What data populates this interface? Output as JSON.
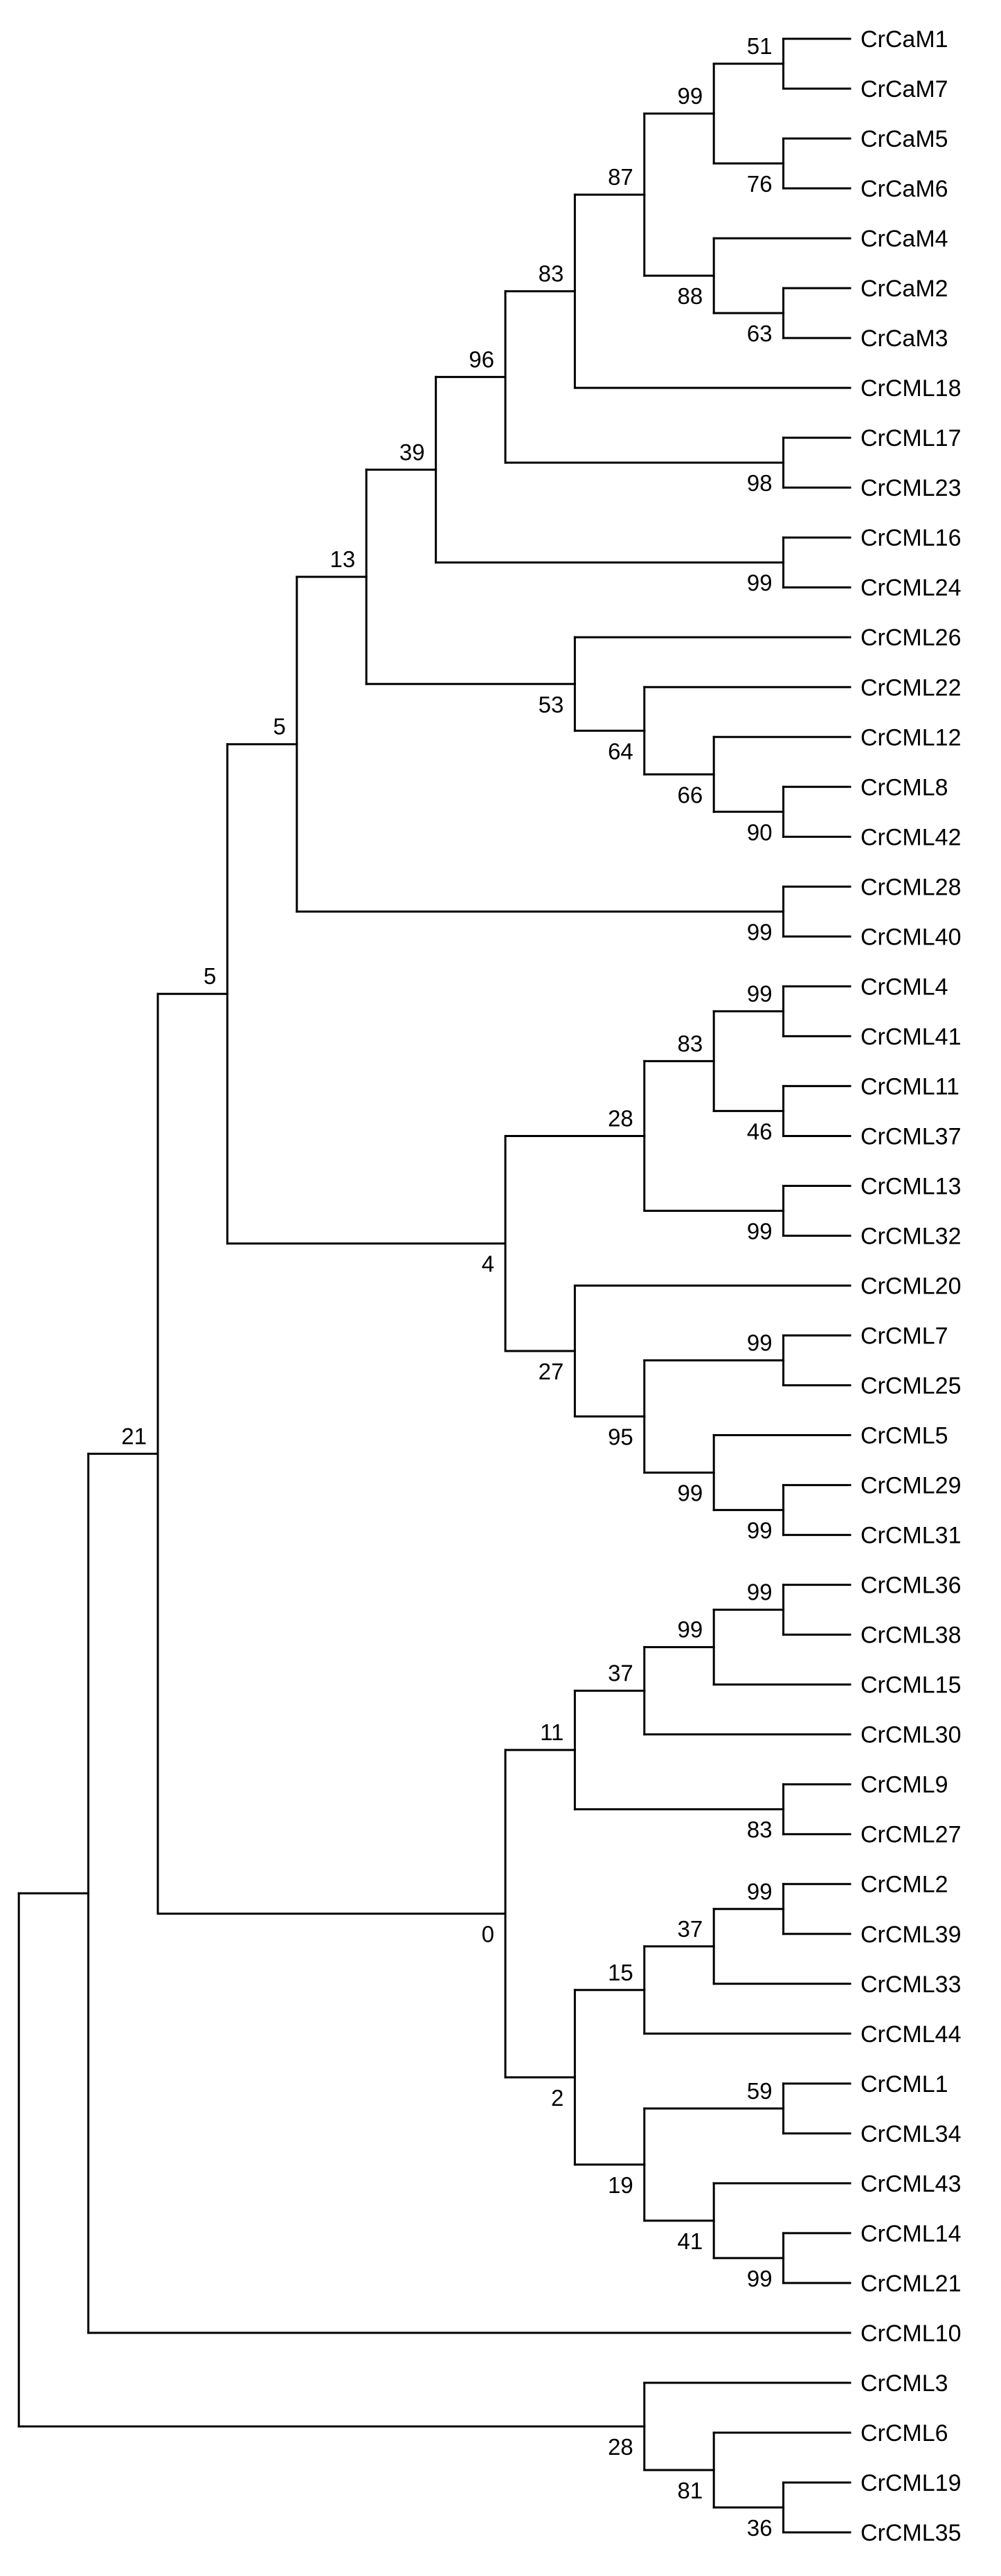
{
  "figure": {
    "kind": "phylogenetic-tree-cladogram",
    "taxa_count": 51,
    "colors": {
      "line": "#000000",
      "text": "#000000",
      "background": "#ffffff"
    }
  },
  "tree": {
    "support": "",
    "children": [
      {
        "support": "",
        "children": [
          {
            "support": "21",
            "children": [
              {
                "support": "5",
                "children": [
                  {
                    "support": "5",
                    "children": [
                      {
                        "support": "13",
                        "children": [
                          {
                            "support": "39",
                            "children": [
                              {
                                "support": "96",
                                "children": [
                                  {
                                    "support": "83",
                                    "children": [
                                      {
                                        "support": "87",
                                        "children": [
                                          {
                                            "support": "99",
                                            "children": [
                                              {
                                                "support": "51",
                                                "children": [
                                                  {
                                                    "taxon": "CrCaM1"
                                                  },
                                                  {
                                                    "taxon": "CrCaM7"
                                                  }
                                                ]
                                              },
                                              {
                                                "support": "76",
                                                "children": [
                                                  {
                                                    "taxon": "CrCaM5"
                                                  },
                                                  {
                                                    "taxon": "CrCaM6"
                                                  }
                                                ]
                                              }
                                            ]
                                          },
                                          {
                                            "support": "88",
                                            "children": [
                                              {
                                                "taxon": "CrCaM4"
                                              },
                                              {
                                                "support": "63",
                                                "children": [
                                                  {
                                                    "taxon": "CrCaM2"
                                                  },
                                                  {
                                                    "taxon": "CrCaM3"
                                                  }
                                                ]
                                              }
                                            ]
                                          }
                                        ]
                                      },
                                      {
                                        "taxon": "CrCML18"
                                      }
                                    ]
                                  },
                                  {
                                    "support": "98",
                                    "children": [
                                      {
                                        "taxon": "CrCML17"
                                      },
                                      {
                                        "taxon": "CrCML23"
                                      }
                                    ]
                                  }
                                ]
                              },
                              {
                                "support": "99",
                                "children": [
                                  {
                                    "taxon": "CrCML16"
                                  },
                                  {
                                    "taxon": "CrCML24"
                                  }
                                ]
                              }
                            ]
                          },
                          {
                            "support": "53",
                            "children": [
                              {
                                "taxon": "CrCML26"
                              },
                              {
                                "support": "64",
                                "children": [
                                  {
                                    "taxon": "CrCML22"
                                  },
                                  {
                                    "support": "66",
                                    "children": [
                                      {
                                        "taxon": "CrCML12"
                                      },
                                      {
                                        "support": "90",
                                        "children": [
                                          {
                                            "taxon": "CrCML8"
                                          },
                                          {
                                            "taxon": "CrCML42"
                                          }
                                        ]
                                      }
                                    ]
                                  }
                                ]
                              }
                            ]
                          }
                        ]
                      },
                      {
                        "support": "99",
                        "children": [
                          {
                            "taxon": "CrCML28"
                          },
                          {
                            "taxon": "CrCML40"
                          }
                        ]
                      }
                    ]
                  },
                  {
                    "support": "4",
                    "children": [
                      {
                        "support": "28",
                        "children": [
                          {
                            "support": "83",
                            "children": [
                              {
                                "support": "99",
                                "children": [
                                  {
                                    "taxon": "CrCML4"
                                  },
                                  {
                                    "taxon": "CrCML41"
                                  }
                                ]
                              },
                              {
                                "support": "46",
                                "children": [
                                  {
                                    "taxon": "CrCML11"
                                  },
                                  {
                                    "taxon": "CrCML37"
                                  }
                                ]
                              }
                            ]
                          },
                          {
                            "support": "99",
                            "children": [
                              {
                                "taxon": "CrCML13"
                              },
                              {
                                "taxon": "CrCML32"
                              }
                            ]
                          }
                        ]
                      },
                      {
                        "support": "27",
                        "children": [
                          {
                            "taxon": "CrCML20"
                          },
                          {
                            "support": "95",
                            "children": [
                              {
                                "support": "99",
                                "children": [
                                  {
                                    "taxon": "CrCML7"
                                  },
                                  {
                                    "taxon": "CrCML25"
                                  }
                                ]
                              },
                              {
                                "support": "99",
                                "children": [
                                  {
                                    "taxon": "CrCML5"
                                  },
                                  {
                                    "support": "99",
                                    "children": [
                                      {
                                        "taxon": "CrCML29"
                                      },
                                      {
                                        "taxon": "CrCML31"
                                      }
                                    ]
                                  }
                                ]
                              }
                            ]
                          }
                        ]
                      }
                    ]
                  }
                ]
              },
              {
                "support": "0",
                "children": [
                  {
                    "support": "11",
                    "children": [
                      {
                        "support": "37",
                        "children": [
                          {
                            "support": "99",
                            "children": [
                              {
                                "support": "99",
                                "children": [
                                  {
                                    "taxon": "CrCML36"
                                  },
                                  {
                                    "taxon": "CrCML38"
                                  }
                                ]
                              },
                              {
                                "taxon": "CrCML15"
                              }
                            ]
                          },
                          {
                            "taxon": "CrCML30"
                          }
                        ]
                      },
                      {
                        "support": "83",
                        "children": [
                          {
                            "taxon": "CrCML9"
                          },
                          {
                            "taxon": "CrCML27"
                          }
                        ]
                      }
                    ]
                  },
                  {
                    "support": "2",
                    "children": [
                      {
                        "support": "15",
                        "children": [
                          {
                            "support": "37",
                            "children": [
                              {
                                "support": "99",
                                "children": [
                                  {
                                    "taxon": "CrCML2"
                                  },
                                  {
                                    "taxon": "CrCML39"
                                  }
                                ]
                              },
                              {
                                "taxon": "CrCML33"
                              }
                            ]
                          },
                          {
                            "taxon": "CrCML44"
                          }
                        ]
                      },
                      {
                        "support": "19",
                        "children": [
                          {
                            "support": "59",
                            "children": [
                              {
                                "taxon": "CrCML1"
                              },
                              {
                                "taxon": "CrCML34"
                              }
                            ]
                          },
                          {
                            "support": "41",
                            "children": [
                              {
                                "taxon": "CrCML43"
                              },
                              {
                                "support": "99",
                                "children": [
                                  {
                                    "taxon": "CrCML14"
                                  },
                                  {
                                    "taxon": "CrCML21"
                                  }
                                ]
                              }
                            ]
                          }
                        ]
                      }
                    ]
                  }
                ]
              }
            ]
          },
          {
            "taxon": "CrCML10"
          }
        ]
      },
      {
        "support": "28",
        "children": [
          {
            "taxon": "CrCML3"
          },
          {
            "support": "81",
            "children": [
              {
                "taxon": "CrCML6"
              },
              {
                "support": "36",
                "children": [
                  {
                    "taxon": "CrCML19"
                  },
                  {
                    "taxon": "CrCML35"
                  }
                ]
              }
            ]
          }
        ]
      }
    ]
  }
}
